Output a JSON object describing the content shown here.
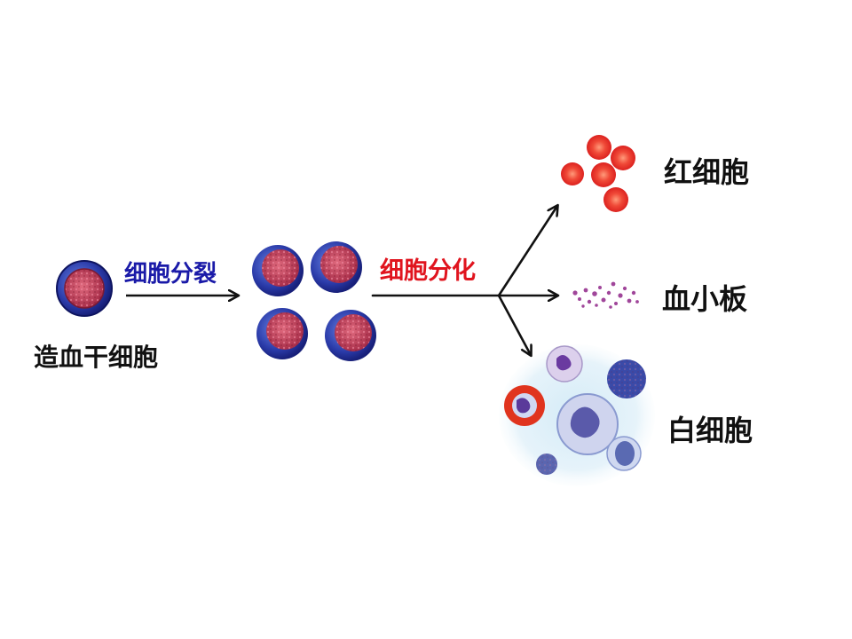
{
  "labels": {
    "stem_cell": "造血干细胞",
    "division": "细胞分裂",
    "differentiation": "细胞分化",
    "red_blood_cell": "红细胞",
    "platelet": "血小板",
    "white_blood_cell": "白细胞"
  },
  "colors": {
    "label_text": "#111111",
    "division_text": "#1a1aa8",
    "differentiation_text": "#e0141e",
    "cell_outer": "#2a3aa8",
    "cell_inner": "#c23a55",
    "red_cell": "#e22a22",
    "platelet": "#a0469a",
    "wbc_background": "#d8ecf6",
    "arrow": "#111111"
  },
  "icons": [
    "stem-cell-icon",
    "dividing-cell-icon",
    "red-blood-cell-icon",
    "platelet-icon",
    "white-blood-cell-icon"
  ]
}
